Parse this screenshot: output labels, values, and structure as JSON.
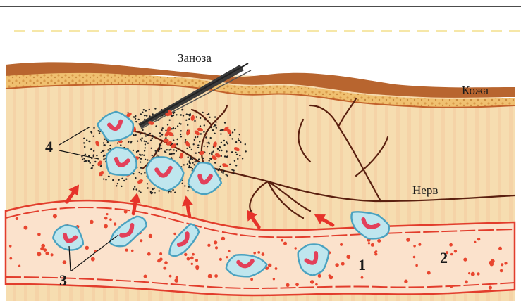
{
  "labels": {
    "splinter": "Заноза",
    "skin": "Кожа",
    "nerve": "Нерв",
    "num1": "1",
    "num2": "2",
    "num3": "3",
    "num4": "4"
  },
  "colors": {
    "tissue": "#f5dcae",
    "skin_outer": "#b5632e",
    "skin_band": "#f0c373",
    "vessel_fill": "#fbe4cf",
    "vessel_wall": "#e43b2d",
    "rbc": "#e8462f",
    "phagocyte_fill": "#bfe6ee",
    "phagocyte_edge": "#4aa2c0",
    "nucleus": "#e3405a",
    "arrow": "#e6332a",
    "nerve": "#5a1f10"
  }
}
